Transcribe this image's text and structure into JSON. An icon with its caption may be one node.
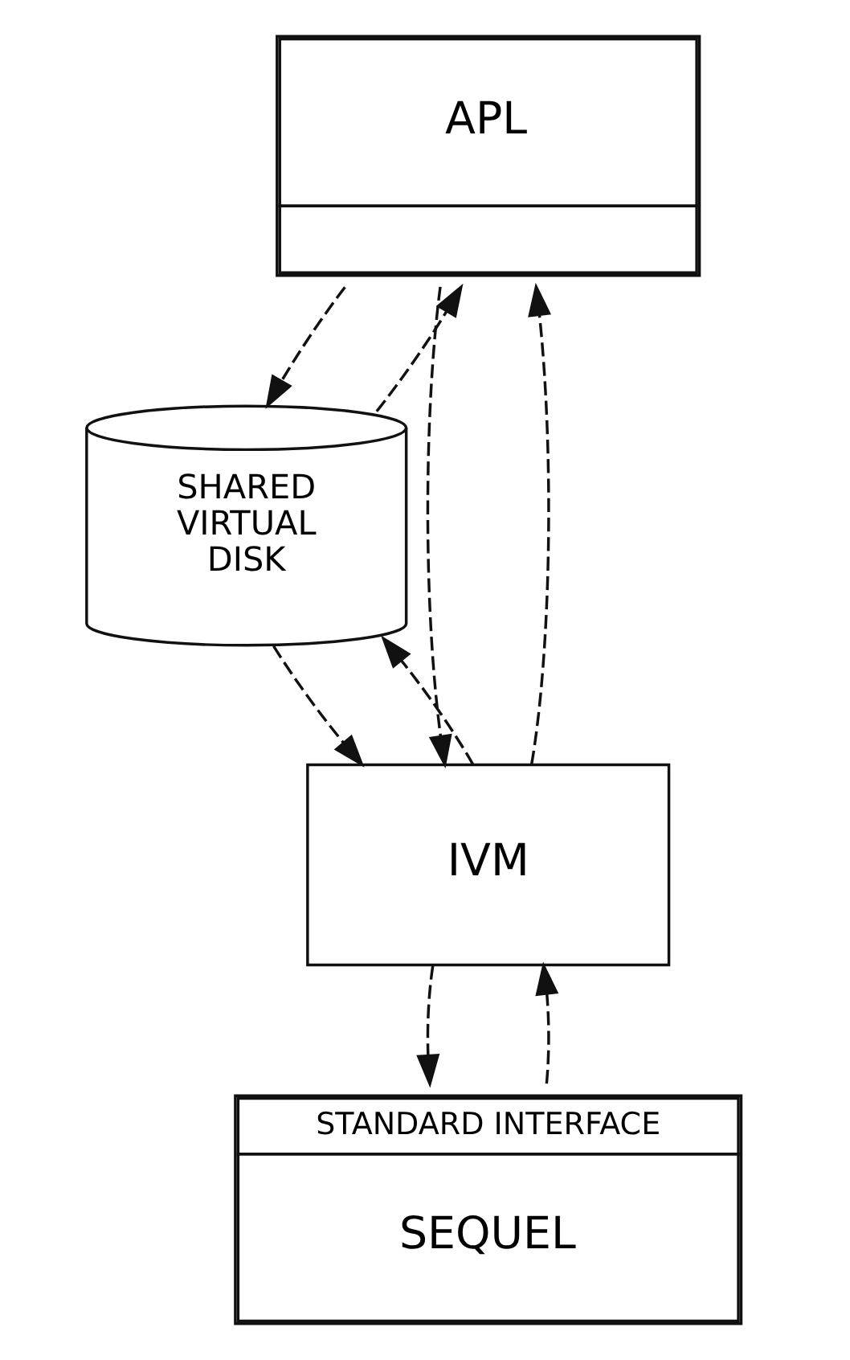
{
  "diagram": {
    "nodes": [
      {
        "text": [
          "APL"
        ]
      },
      {
        "text": [
          "SHARED VIRTUAL DISK"
        ]
      },
      {
        "text": [
          "IVM"
        ]
      },
      {
        "text": [
          "STANDARD INTERFACE",
          "SEQUEL"
        ]
      }
    ],
    "edges": [
      {
        "from": 0,
        "to": 2,
        "arrow": "to",
        "style": "dashed"
      },
      {
        "from": 2,
        "to": 0,
        "arrow": "to",
        "style": "dashed"
      },
      {
        "from": 0,
        "to": 1,
        "arrow": "to",
        "style": "dashed"
      },
      {
        "from": 1,
        "to": 0,
        "arrow": "to",
        "style": "dashed"
      },
      {
        "from": 2,
        "to": 1,
        "arrow": "to",
        "style": "dashed"
      },
      {
        "from": 1,
        "to": 2,
        "arrow": "to",
        "style": "dashed"
      },
      {
        "from": 2,
        "to": 3,
        "arrow": "to",
        "style": "dashed"
      },
      {
        "from": 3,
        "to": 2,
        "arrow": "to",
        "style": "dashed"
      }
    ]
  }
}
